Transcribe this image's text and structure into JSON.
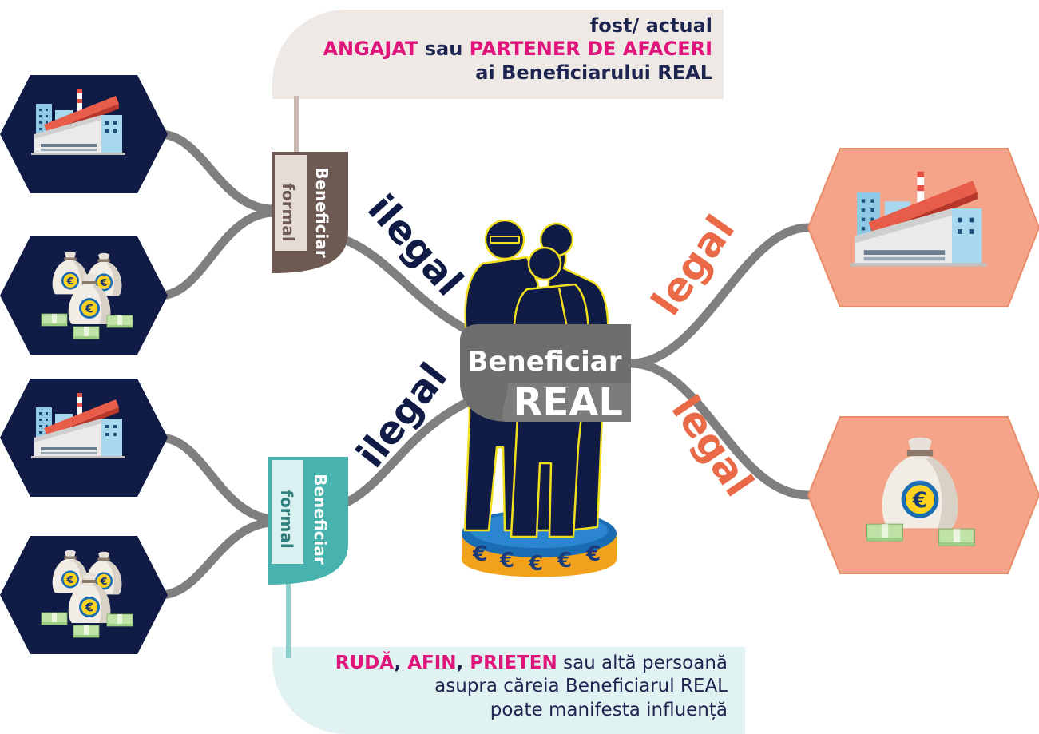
{
  "top_callout": {
    "line1": "fost/ actual",
    "line2_hl1": "ANGAJAT",
    "line2_mid": " sau ",
    "line2_hl2": "PARTENER DE AFACERI",
    "line3": "ai Beneficiarului REAL"
  },
  "bottom_callout": {
    "hl1": "RUDĂ",
    "sep1": ", ",
    "hl2": "AFIN",
    "sep2": ", ",
    "hl3": "PRIETEN",
    "rest": " sau altă persoană",
    "line2": "asupra căreia Beneficiarul  REAL",
    "line3": "poate manifesta influență"
  },
  "formal_top": {
    "line1": "Beneficiar",
    "line2": "formal"
  },
  "formal_bottom": {
    "line1": "Beneficiar",
    "line2": "formal"
  },
  "center_label": {
    "line1": "Beneficiar",
    "line2": "REAL"
  },
  "edge_labels": {
    "ilegal_top": "ilegal",
    "ilegal_bottom": "ilegal",
    "legal_top": "legal",
    "legal_bottom": "legal"
  },
  "icons": {
    "left_1": "factory-icon",
    "left_2": "euro-money-bags-icon",
    "left_3": "factory-icon",
    "left_4": "euro-money-bags-icon",
    "right_1": "factory-icon",
    "right_2": "euro-money-bag-icon",
    "center": "businessmen-group-icon",
    "pedestal": "euro-coin-pedestal-icon"
  },
  "colors": {
    "navy": "#101c45",
    "salmon": "#f4a589",
    "brown": "#6e5a53",
    "teal": "#48b2ae",
    "magenta": "#e0157b",
    "orange": "#ea6a47",
    "connector": "#7f7f7f"
  },
  "pedestal_symbols": [
    "€",
    "€",
    "€",
    "€",
    "€"
  ]
}
